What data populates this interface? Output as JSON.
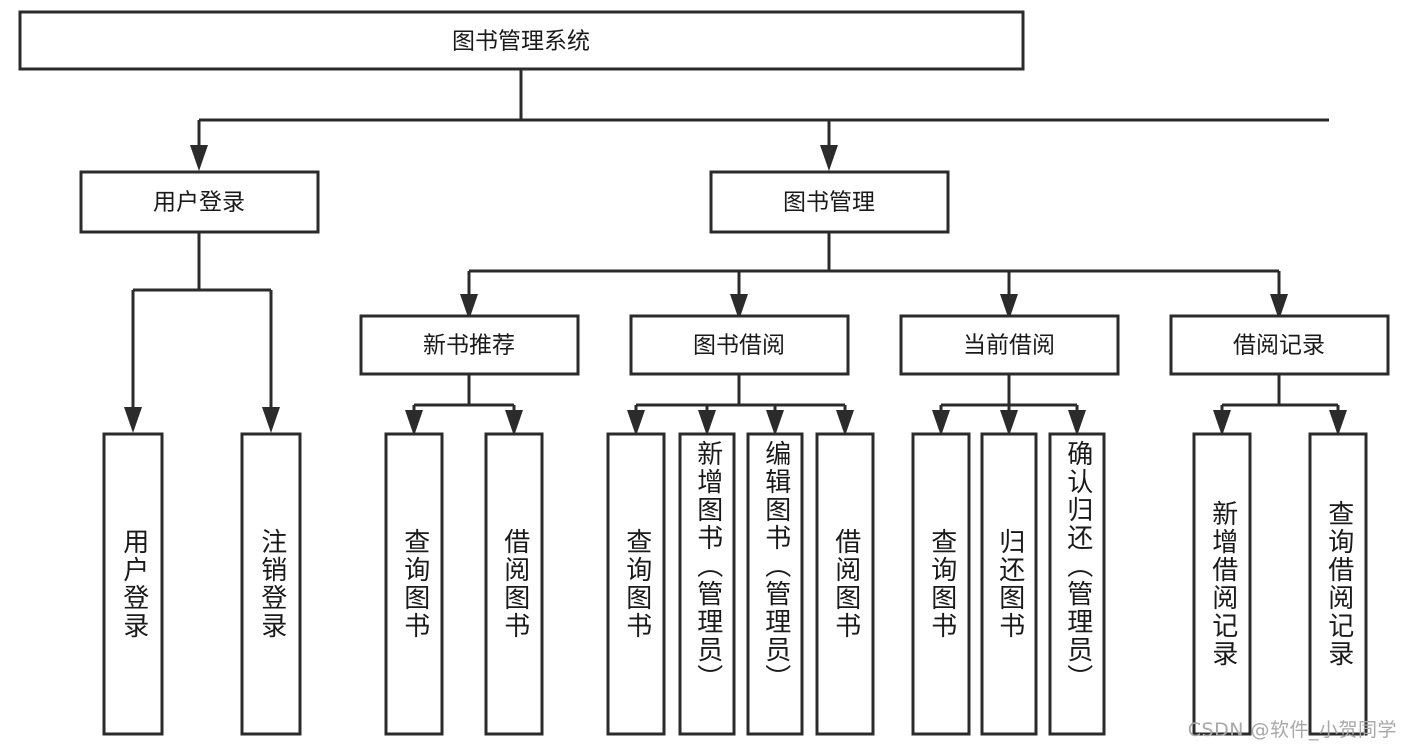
{
  "diagram": {
    "title": "图书管理系统",
    "type": "hierarchy-tree",
    "watermark": "CSDN @软件_小贺同学",
    "colors": {
      "box_stroke": "#2b2b2b",
      "box_fill": "#ffffff",
      "text": "#1a1a1a",
      "background": "#ffffff",
      "watermark": "#a8a8a8"
    },
    "root": {
      "label": "图书管理系统"
    },
    "level2": [
      {
        "label": "用户登录"
      },
      {
        "label": "图书管理"
      }
    ],
    "level3": [
      {
        "label": "新书推荐"
      },
      {
        "label": "图书借阅"
      },
      {
        "label": "当前借阅"
      },
      {
        "label": "借阅记录"
      }
    ],
    "leaves": {
      "user_login": [
        {
          "label": "用户登录"
        },
        {
          "label": "注销登录"
        }
      ],
      "new_book_recommend": [
        {
          "label": "查询图书"
        },
        {
          "label": "借阅图书"
        }
      ],
      "book_borrow": [
        {
          "label": "查询图书"
        },
        {
          "label": "新增图书（管理员）"
        },
        {
          "label": "编辑图书（管理员）"
        },
        {
          "label": "借阅图书"
        }
      ],
      "current_borrow": [
        {
          "label": "查询图书"
        },
        {
          "label": "归还图书"
        },
        {
          "label": "确认归还（管理员）"
        }
      ],
      "borrow_record": [
        {
          "label": "新增借阅记录"
        },
        {
          "label": "查询借阅记录"
        }
      ]
    }
  }
}
